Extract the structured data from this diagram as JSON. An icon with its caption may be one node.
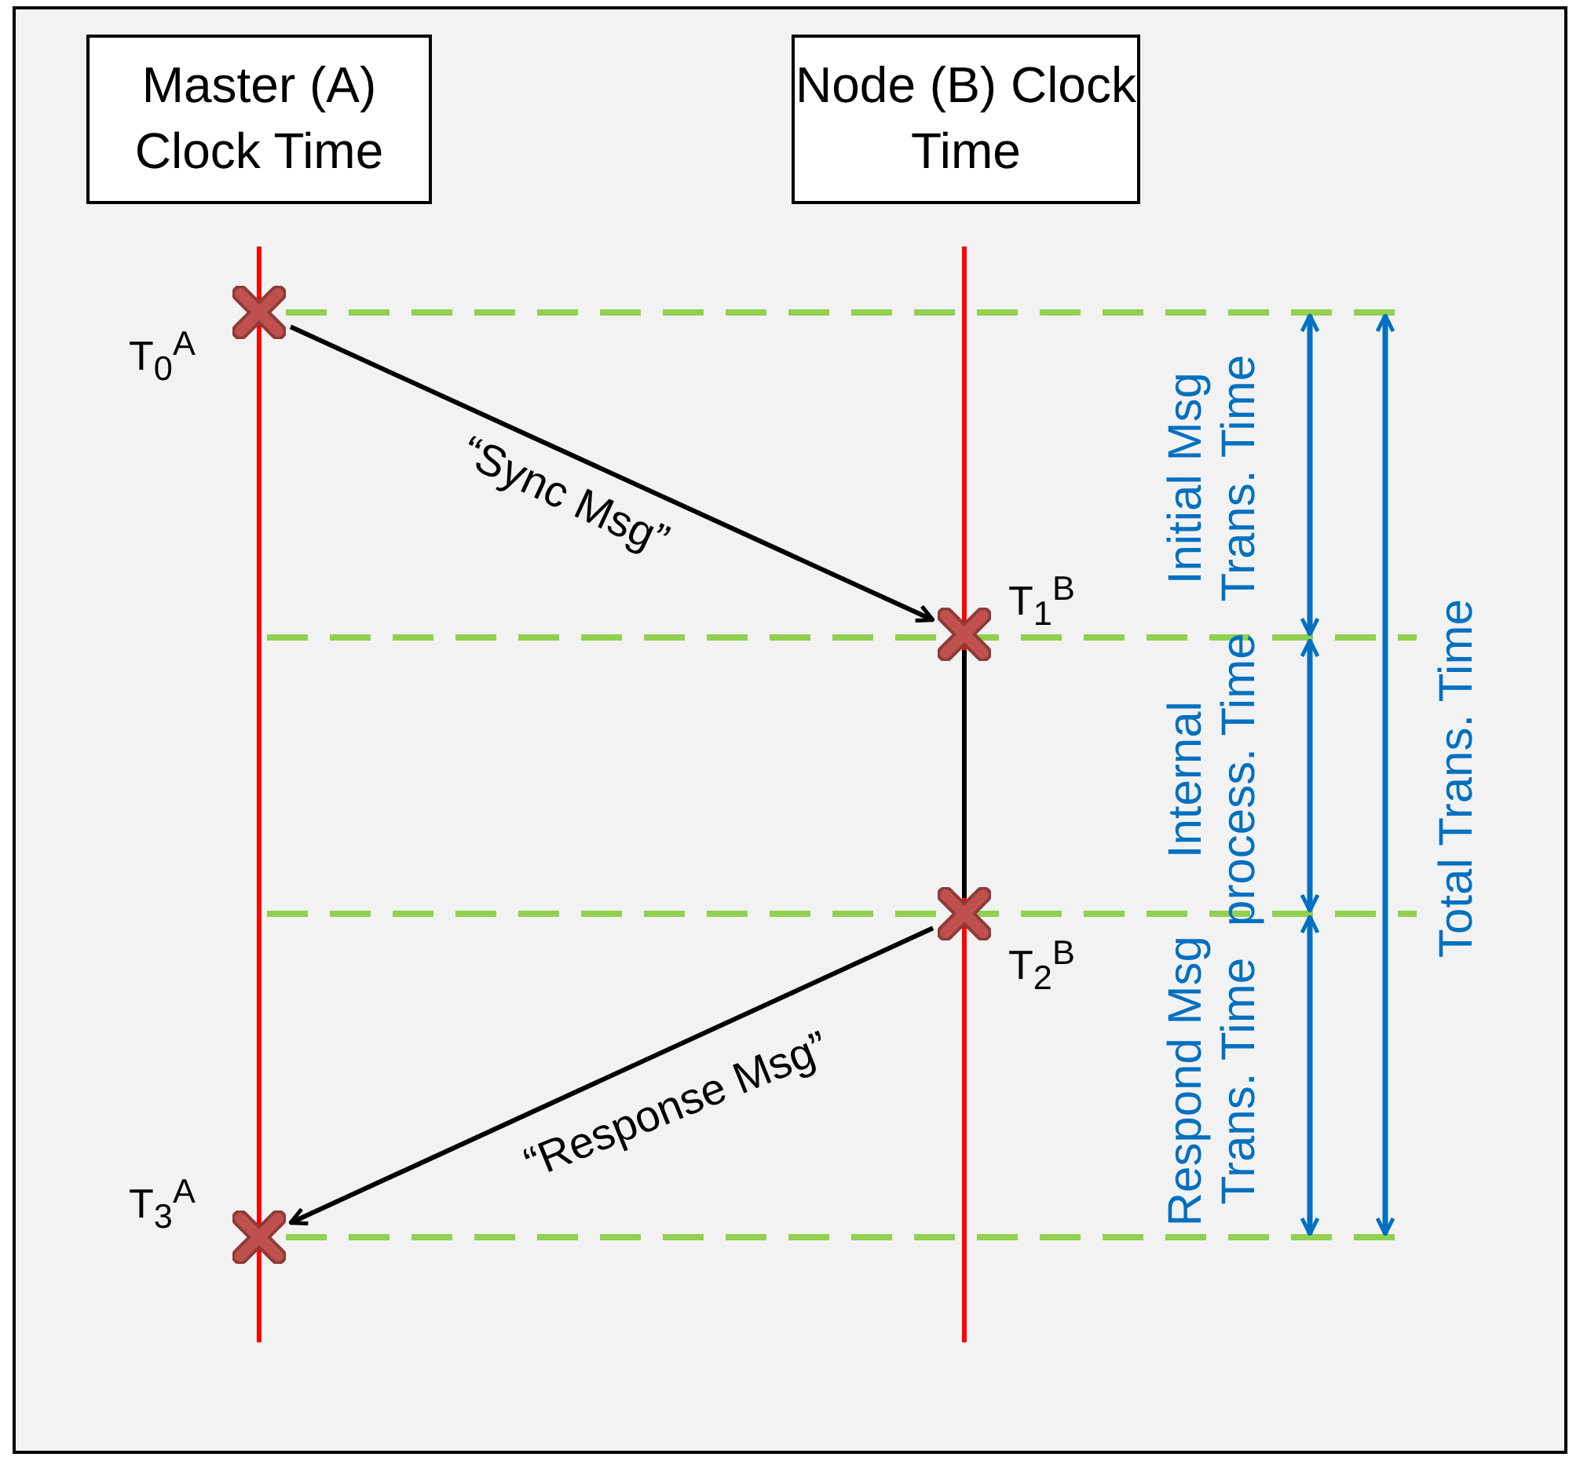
{
  "diagram": {
    "nodes": [
      {
        "text": [
          "Master (A) Clock Time"
        ]
      },
      {
        "text": [
          "Node (B) Clock Time"
        ]
      },
      {
        "text": [],
        "shape": "cross",
        "beside": [
          "T$_{0}$$^{A}$"
        ]
      },
      {
        "text": [],
        "shape": "cross",
        "beside": [
          "T$_{1}$$^{B}$"
        ]
      },
      {
        "text": [],
        "shape": "cross",
        "beside": [
          "T$_{2}$$^{B}$"
        ]
      },
      {
        "text": [],
        "shape": "cross",
        "beside": [
          "T$_{3}$$^{A}$"
        ]
      }
    ],
    "edges": [
      {
        "from": 2,
        "to": 3,
        "arrow": "to",
        "label": "“Sync Msg”"
      },
      {
        "from": 3,
        "to": 4,
        "arrow": "none"
      },
      {
        "from": 4,
        "to": 5,
        "arrow": "to",
        "label": "“Response Msg”"
      }
    ],
    "labels": [
      "Initial Msg Trans. Time",
      "Internal process. Time",
      "Respond Msg Trans. Time",
      "Total Trans. Time"
    ]
  }
}
